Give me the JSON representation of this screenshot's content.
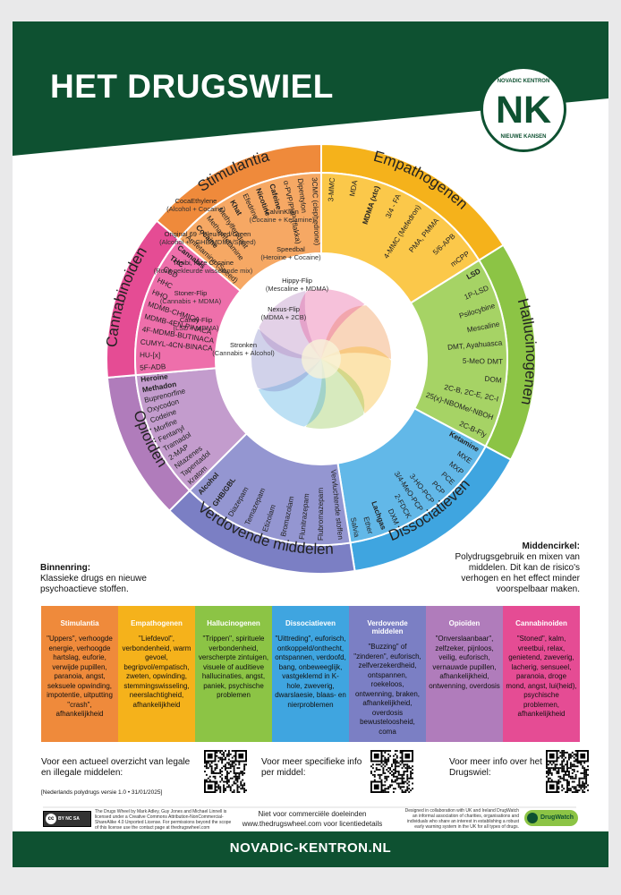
{
  "header": {
    "title": "HET DRUGSWIEL"
  },
  "logo": {
    "top": "NOVADIC KENTRON",
    "mark": "NK",
    "bottom": "NIEUWE KANSEN"
  },
  "wheel": {
    "categories": [
      {
        "name": "Stimulantia",
        "color": "#ef8a3b",
        "light": "#f6a864",
        "a0": -50,
        "a1": 0
      },
      {
        "name": "Empathogenen",
        "color": "#f5b21b",
        "light": "#fbc84a",
        "a0": 0,
        "a1": 58
      },
      {
        "name": "Hallucinogenen",
        "color": "#8cc445",
        "light": "#a6d365",
        "a0": 58,
        "a1": 118
      },
      {
        "name": "Dissociatieven",
        "color": "#3fa5e0",
        "light": "#62b8e8",
        "a0": 118,
        "a1": 171
      },
      {
        "name": "Verdovende middelen",
        "color": "#7b7fc4",
        "light": "#9496d1",
        "a0": 171,
        "a1": 225
      },
      {
        "name": "Opioïden",
        "color": "#b07cbb",
        "light": "#c39ccd",
        "a0": 225,
        "a1": 265
      },
      {
        "name": "Cannabinoiden",
        "color": "#e54c94",
        "light": "#ee6fab",
        "a0": 265,
        "a1": 310
      }
    ],
    "drugs": [
      {
        "cat": 0,
        "items": [
          "Amfetamine (Speed)",
          "Cocaine",
          "Methamfetamine",
          "Methylfenidaat",
          "Khat",
          "Efedrine",
          "Nicotine",
          "Cafeine",
          "α-PVP/PHP (flakka)",
          "Dipentylon",
          "3CMC (clephedrone)"
        ]
      },
      {
        "cat": 1,
        "items": [
          "3-MMC",
          "MDA",
          "MDMA (xtc)",
          "3/4 - FA",
          "4-MMC (Mefedron)",
          "PMA, PMMA",
          "5/6-APB",
          "mCPP"
        ]
      },
      {
        "cat": 2,
        "items": [
          "LSD",
          "1P-LSD",
          "Psilocybine",
          "Mescaline",
          "DMT, Ayahuasca",
          "5-MeO DMT",
          "DOM",
          "2C-B, 2C-E, 2C-I",
          "25(x)-NBOMe/-NBOH",
          "2C-B-Fly"
        ]
      },
      {
        "cat": 3,
        "items": [
          "Ketamine",
          "MXE",
          "MXP",
          "PCE",
          "PCP",
          "3-HO-PCP",
          "3/4-MeO-PCP",
          "2-FDCK",
          "DXM",
          "Lachgas",
          "Ether",
          "Salvia"
        ]
      },
      {
        "cat": 4,
        "items": [
          "Vervluchtende stoffen",
          "Flubromazepam",
          "Flunitrazepam",
          "Bromazolam",
          "Etizolam",
          "Temazepam",
          "Diazepam",
          "GHB/GBL",
          "Alcohol"
        ]
      },
      {
        "cat": 5,
        "items": [
          "Kratom",
          "Tapentadol",
          "Nitazenes",
          "2-MAP",
          "Tramadol",
          "Fentanyl",
          "Morfine",
          "Codeine",
          "Oxycodon",
          "Buprenorfine",
          "Methadon",
          "Heroine"
        ]
      },
      {
        "cat": 6,
        "items": [
          "5F-ADB",
          "HU-[x]",
          "CUMYL-4CN-BINACA",
          "4F-MDMB-BUTINACA",
          "MDMB-4EN-PINACA",
          "MDMB-CHMICA",
          "HHO",
          "HHC",
          "CBD",
          "THC",
          "Cannabis"
        ]
      }
    ],
    "combos": [
      {
        "name": "CocaEthylene",
        "sub": "(Alcohol + Cocaine)"
      },
      {
        "name": "CalvinKlein",
        "sub": "(Cocaine + Ketamine)"
      },
      {
        "name": "Original 69 - Bleu/Red/Green",
        "sub": "(Alcohol +/- GHB/MDMA/Speed)"
      },
      {
        "name": "Speedbal",
        "sub": "(Heroine + Cocaine)"
      },
      {
        "name": "Tusibi, roze Cocaine",
        "sub": "(Roze gekleurde wisselende mix)"
      },
      {
        "name": "Hippy-Flip",
        "sub": "(Mescaline + MDMA)"
      },
      {
        "name": "Stoner-Flip",
        "sub": "(Cannabis + MDMA)"
      },
      {
        "name": "Nexus-Flip",
        "sub": "(MDMA + 2CB)"
      },
      {
        "name": "Candy-Flip",
        "sub": "(LSD + MDMA)"
      },
      {
        "name": "Stronken",
        "sub": "(Cannabis + Alcohol)"
      }
    ]
  },
  "binnenring": {
    "title": "Binnenring:",
    "text": "Klassieke drugs en nieuwe psychoactieve stoffen."
  },
  "middencirkel": {
    "title": "Middencirkel:",
    "text": "Polydrugsgebruik en mixen van middelen. Dit kan de risico's verhogen en het effect minder voorspelbaar maken."
  },
  "boxes": [
    {
      "title": "Stimulantia",
      "color": "#ef8a3b",
      "text": "\"Uppers\", verhoogde energie, verhoogde hartslag, euforie, verwijde pupillen, paranoia, angst, seksuele opwinding, impotentie, uitputting \"crash\", afhankelijkheid"
    },
    {
      "title": "Empathogenen",
      "color": "#f5b21b",
      "text": "\"Liefdevol\", verbondenheid, warm gevoel, begripvol/empatisch, zweten, opwinding, stemmingswisseling, neerslachtigheid, afhankelijkheid"
    },
    {
      "title": "Hallucinogenen",
      "color": "#8cc445",
      "text": "\"Trippen\", spirituele verbondenheid, verscherpte zintuigen, visuele of auditieve hallucinaties, angst, paniek, psychische problemen"
    },
    {
      "title": "Dissociatieven",
      "color": "#3fa5e0",
      "text": "\"Uittreding\", euforisch, ontkoppeld/onthecht, ontspannen, verdoofd, bang, onbeweeglijk, vastgeklemd in K-hole, zweverig, dwarslaesie, blaas- en nierproblemen"
    },
    {
      "title": "Verdovende middelen",
      "color": "#7b7fc4",
      "text": "\"Buzzing\" of \"zinderen\", euforisch, zelfverzekerdheid, ontspannen, roekeloos, ontwenning, braken, afhankelijkheid, overdosis bewusteloosheid, coma"
    },
    {
      "title": "Opioïden",
      "color": "#b07cbb",
      "text": "\"Onverslaanbaar\", zelfzeker, pijnloos, veilig, euforisch, vernauwde pupillen, afhankelijkheid, ontwenning, overdosis"
    },
    {
      "title": "Cannabinoiden",
      "color": "#e54c94",
      "text": "\"Stoned\", kalm, vreetbui, relax, genietend, zweverig, lacherig, sensueel, paranoia, droge mond, angst, lui(heid), psychische problemen, afhankelijkheid"
    }
  ],
  "qr": {
    "q1": "Voor een actueel overzicht van legale en illegale middelen:",
    "version": "[Nederlands polydrugs versie 1.0 • 31/01/2025]",
    "q2": "Voor meer specifieke info per middel:",
    "q3": "Voor meer info over het Drugswiel:"
  },
  "footer": {
    "cc": "BY NC SA",
    "license": "The Drugs Wheel by Mark Adley, Guy Jones and Michael Linnell is licensed under a Creative Commons Attribution-NonCommercial-ShareAlike 4.0 Unported License. For permissions beyond the scope of this license use the contact page at thedrugswheel.com",
    "center1": "Niet voor commerciële doeleinden",
    "center2": "www.thedrugswheel.com voor licentiedetails",
    "right": "Designed in collaboration with UK and Ireland DrugWatch an informal association of charities, organisations and individuals who share an interest in establishing a robust early warning system in the UK for all types of drugs.",
    "drugwatch": "DrugWatch",
    "url": "NOVADIC-KENTRON.NL"
  },
  "colors": {
    "brand": "#0e5131",
    "background": "#ffffff"
  }
}
